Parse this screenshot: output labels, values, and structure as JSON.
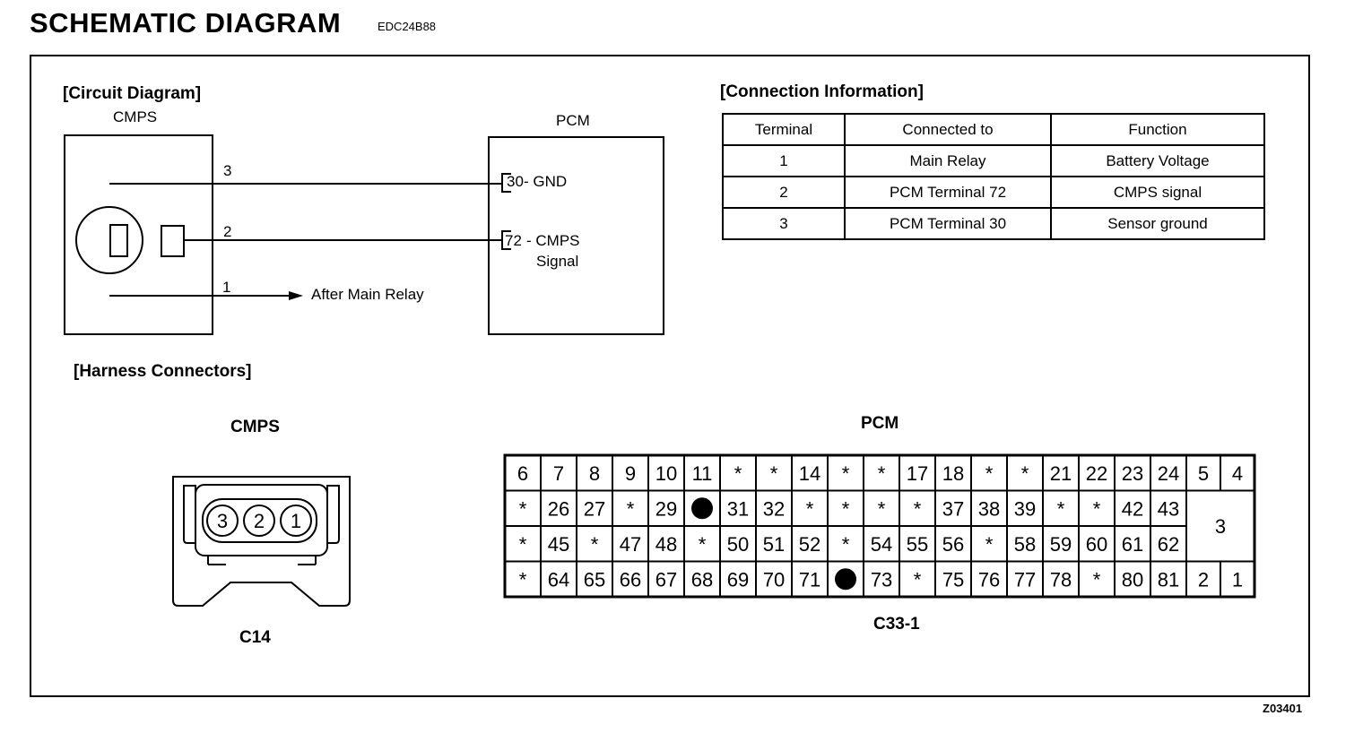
{
  "header": {
    "title": "SCHEMATIC  DIAGRAM",
    "code": "EDC24B88"
  },
  "circuit": {
    "heading": "[Circuit Diagram]",
    "cmps_label": "CMPS",
    "pcm_label": "PCM",
    "wires": [
      {
        "number": "3",
        "pin": "30",
        "text": "- GND"
      },
      {
        "number": "2",
        "pin": "72",
        "text": "- CMPS",
        "text2": "Signal"
      },
      {
        "number": "1",
        "text": "After Main Relay"
      }
    ]
  },
  "connection": {
    "heading": "[Connection Information]",
    "headers": [
      "Terminal",
      "Connected to",
      "Function"
    ],
    "rows": [
      [
        "1",
        "Main Relay",
        "Battery Voltage"
      ],
      [
        "2",
        "PCM Terminal 72",
        "CMPS signal"
      ],
      [
        "3",
        "PCM Terminal 30",
        "Sensor ground"
      ]
    ]
  },
  "harness": {
    "heading": "[Harness Connectors]",
    "cmps": {
      "label": "CMPS",
      "pins": [
        "3",
        "2",
        "1"
      ],
      "connector_id": "C14"
    },
    "pcm": {
      "label": "PCM",
      "connector_id": "C33-1",
      "rows": [
        [
          "6",
          "7",
          "8",
          "9",
          "10",
          "11",
          "*",
          "*",
          "14",
          "*",
          "*",
          "17",
          "18",
          "*",
          "*",
          "21",
          "22",
          "23",
          "24"
        ],
        [
          "*",
          "26",
          "27",
          "*",
          "29",
          "●",
          "31",
          "32",
          "*",
          "*",
          "*",
          "*",
          "37",
          "38",
          "39",
          "*",
          "*",
          "42",
          "43"
        ],
        [
          "*",
          "45",
          "*",
          "47",
          "48",
          "*",
          "50",
          "51",
          "52",
          "*",
          "54",
          "55",
          "56",
          "*",
          "58",
          "59",
          "60",
          "61",
          "62"
        ],
        [
          "*",
          "64",
          "65",
          "66",
          "67",
          "68",
          "69",
          "70",
          "71",
          "●",
          "73",
          "*",
          "75",
          "76",
          "77",
          "78",
          "*",
          "80",
          "81"
        ]
      ],
      "right_top": [
        "5",
        "4"
      ],
      "right_mid": "3",
      "right_bottom": [
        "2",
        "1"
      ]
    }
  },
  "figure_ref": "Z03401"
}
